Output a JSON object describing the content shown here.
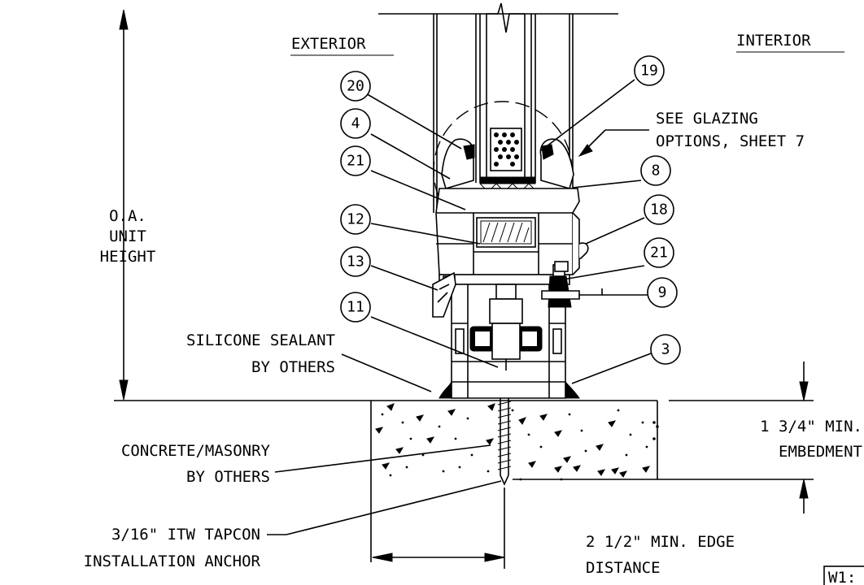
{
  "labels": {
    "exterior": "EXTERIOR",
    "interior": "INTERIOR",
    "height_line1": "O.A.",
    "height_line2": "UNIT",
    "height_line3": "HEIGHT",
    "glazing_line1": "SEE GLAZING",
    "glazing_line2": "OPTIONS, SHEET 7",
    "sealant_line1": "SILICONE SEALANT",
    "sealant_line2": "BY OTHERS",
    "concrete_line1": "CONCRETE/MASONRY",
    "concrete_line2": "BY OTHERS",
    "anchor_line1": "3/16\" ITW TAPCON",
    "anchor_line2": "INSTALLATION ANCHOR",
    "embed_line1": "1 3/4\" MIN.",
    "embed_line2": "EMBEDMENT",
    "edge_line1": "2 1/2\" MIN. EDGE",
    "edge_line2": "DISTANCE",
    "sheet_tag": "W1:"
  },
  "callouts": [
    "20",
    "4",
    "21",
    "12",
    "13",
    "11",
    "19",
    "8",
    "18",
    "21",
    "9",
    "3"
  ]
}
